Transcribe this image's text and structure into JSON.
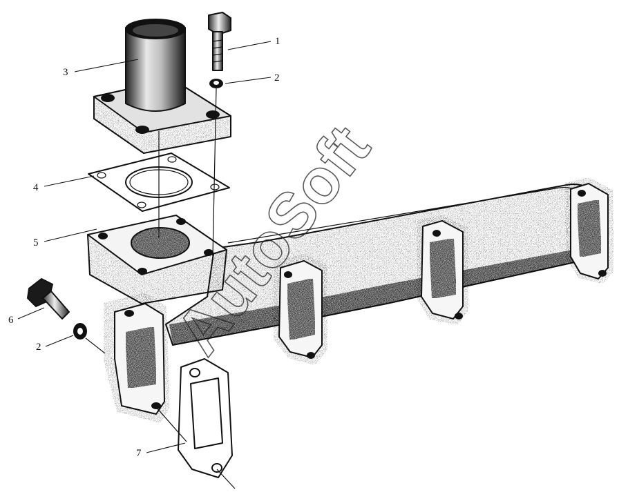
{
  "diagram": {
    "watermark": "AutoSoft",
    "callouts": [
      {
        "id": "1",
        "label": "1"
      },
      {
        "id": "2a",
        "label": "2"
      },
      {
        "id": "3",
        "label": "3"
      },
      {
        "id": "4",
        "label": "4"
      },
      {
        "id": "5",
        "label": "5"
      },
      {
        "id": "6",
        "label": "6"
      },
      {
        "id": "2b",
        "label": "2"
      },
      {
        "id": "7",
        "label": "7"
      }
    ]
  }
}
